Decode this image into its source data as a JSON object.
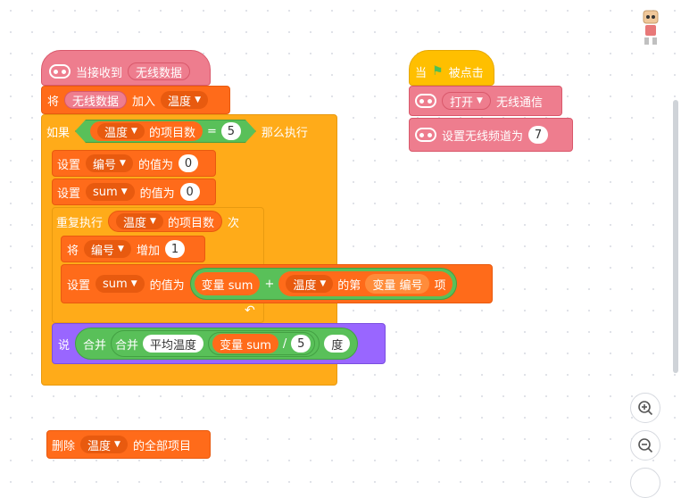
{
  "colors": {
    "pink": "#ee7d8e",
    "pink_dark": "#d9586b",
    "orange": "#ff6b1a",
    "orange_dark": "#e85a0f",
    "yellow_control": "#ffab19",
    "green_op": "#59c059",
    "purple": "#9966ff",
    "event": "#ffbf00"
  },
  "script1": {
    "hat": {
      "label": "当接收到",
      "value": "无线数据"
    },
    "add": {
      "label1": "将",
      "value": "无线数据",
      "label2": "加入",
      "list": "温度"
    },
    "if": {
      "label": "如果",
      "list": "温度",
      "length_label": "的项目数",
      "op": "=",
      "num": "5",
      "then_label": "那么执行"
    },
    "set1": {
      "label": "设置",
      "var": "编号",
      "value_label": "的值为",
      "num": "0"
    },
    "set2": {
      "label": "设置",
      "var": "sum",
      "value_label": "的值为",
      "num": "0"
    },
    "repeat": {
      "label": "重复执行",
      "list": "温度",
      "length_label": "的项目数",
      "times_label": "次"
    },
    "change": {
      "label": "将",
      "var": "编号",
      "inc_label": "增加",
      "num": "1"
    },
    "set3": {
      "label": "设置",
      "var": "sum",
      "value_label": "的值为",
      "reporter1": "变量 sum",
      "op": "+",
      "list": "温度",
      "item_label": "的第",
      "reporter2": "变量 编号",
      "item_suffix": "项"
    },
    "say": {
      "label": "说",
      "join1": "合并",
      "join2": "合并",
      "text": "平均温度",
      "reporter": "变量 sum",
      "div": "/",
      "num": "5",
      "unit": "度"
    }
  },
  "script2": {
    "hat": {
      "label1": "当",
      "label2": "被点击"
    },
    "radio": {
      "dropdown": "打开",
      "label": "无线通信"
    },
    "channel": {
      "label": "设置无线频道为",
      "num": "7"
    }
  },
  "script3": {
    "label": "删除",
    "list": "温度",
    "suffix": "的全部项目"
  },
  "icons": {
    "flag": "green-flag-icon",
    "zoom_in": "zoom-in-icon",
    "zoom_out": "zoom-out-icon",
    "sprite": "robot-sprite-icon"
  }
}
